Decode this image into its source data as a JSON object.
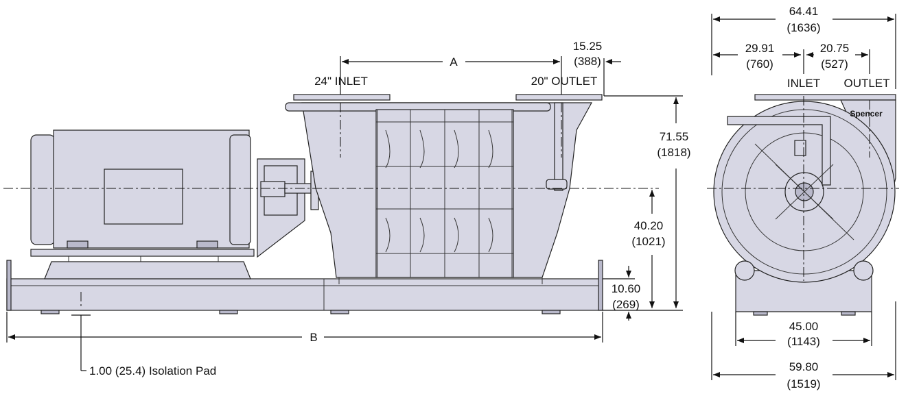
{
  "side_view": {
    "dim_a": "A",
    "dim_b": "B",
    "inlet_label": "24\" INLET",
    "outlet_label": "20\" OUTLET",
    "offset_in": "15.25",
    "offset_mm": "(388)",
    "height_in": "71.55",
    "height_mm": "(1818)",
    "shaft_height_in": "40.20",
    "shaft_height_mm": "(1021)",
    "base_height_in": "10.60",
    "base_height_mm": "(269)",
    "isolation_pad": "1.00 (25.4) Isolation Pad"
  },
  "end_view": {
    "overall_width_in": "64.41",
    "overall_width_mm": "(1636)",
    "inlet_offset_in": "29.91",
    "inlet_offset_mm": "(760)",
    "outlet_offset_in": "20.75",
    "outlet_offset_mm": "(527)",
    "inlet_label": "INLET",
    "outlet_label": "OUTLET",
    "brand": "Spencer",
    "foot_width_in": "45.00",
    "foot_width_mm": "(1143)",
    "base_width_in": "59.80",
    "base_width_mm": "(1519)"
  }
}
